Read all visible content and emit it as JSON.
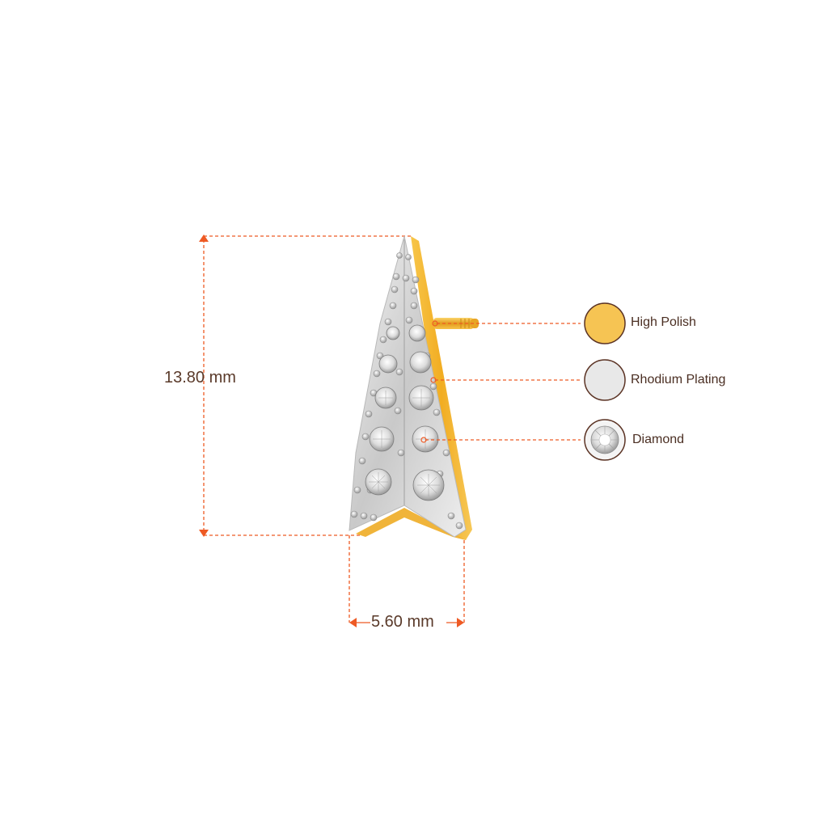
{
  "dimensions": {
    "height_label": "13.80 mm",
    "width_label": "5.60 mm"
  },
  "legend": [
    {
      "label": "High Polish",
      "icon": "high-polish-swatch-icon",
      "color": "#f6c453"
    },
    {
      "label": "Rhodium Plating",
      "icon": "rhodium-plating-swatch-icon",
      "color": "#e6e6e6"
    },
    {
      "label": "Diamond",
      "icon": "diamond-swatch-icon",
      "color": "#f2f2f2"
    }
  ],
  "colors": {
    "accent": "#ee5a24",
    "text": "#4a2e22",
    "gold": "#f2b430",
    "silver": "#d6d6d6"
  }
}
